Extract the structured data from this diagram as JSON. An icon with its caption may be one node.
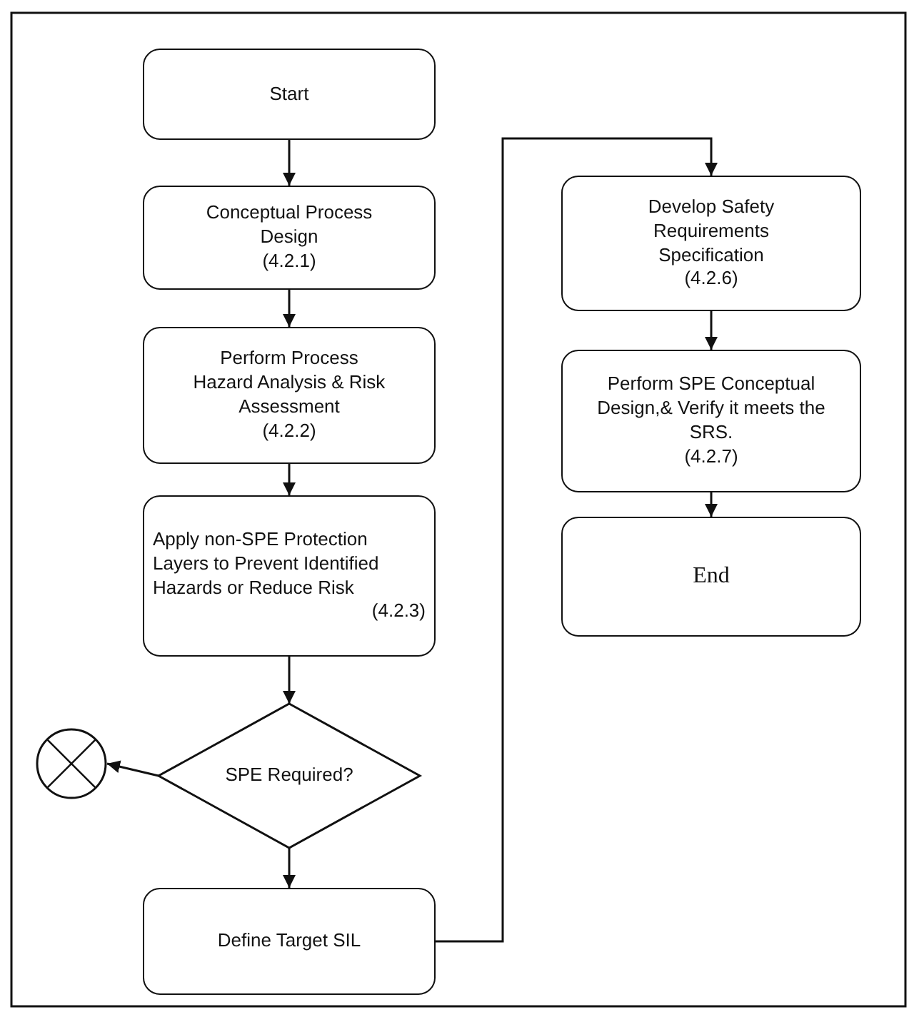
{
  "diagram": {
    "nodes": [
      {
        "text": [
          "Start"
        ]
      },
      {
        "text": [
          "Conceptual Process Design",
          "(4.2.1)"
        ]
      },
      {
        "text": [
          "Perform Process Hazard Analysis & Risk Assessment",
          "(4.2.2)"
        ]
      },
      {
        "text": [
          "Apply non-SPE Protection Layers to Prevent Identified Hazards or Reduce Risk",
          "(4.2.3)"
        ]
      },
      {
        "text": [
          "SPE Required?"
        ]
      },
      {
        "text": [],
        "shape": "circle"
      },
      {
        "text": [
          "Define Target SIL"
        ]
      },
      {
        "text": [
          "Develop Safety Requirements Specification",
          "(4.2.6)"
        ]
      },
      {
        "text": [
          "Perform SPE Conceptual Design,& Verify it meets the SRS.",
          "(4.2.7)"
        ]
      },
      {
        "text": [
          "End"
        ]
      }
    ],
    "edges": [
      {
        "from": 0,
        "to": 1,
        "arrow": "to"
      },
      {
        "from": 1,
        "to": 2,
        "arrow": "to"
      },
      {
        "from": 2,
        "to": 3,
        "arrow": "to"
      },
      {
        "from": 3,
        "to": 4,
        "arrow": "to"
      },
      {
        "from": 4,
        "to": 5,
        "arrow": "to"
      },
      {
        "from": 4,
        "to": 6,
        "arrow": "to"
      },
      {
        "from": 6,
        "to": 7,
        "arrow": "to"
      },
      {
        "from": 7,
        "to": 8,
        "arrow": "to"
      },
      {
        "from": 8,
        "to": 9,
        "arrow": "to"
      }
    ]
  }
}
